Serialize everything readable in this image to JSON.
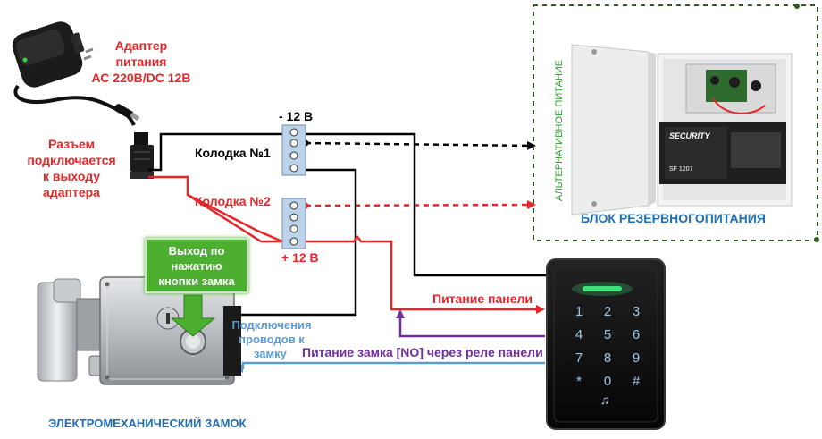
{
  "adapter": {
    "line1": "Адаптер",
    "line2": "питания",
    "line3": "АС 220В/DC 12В"
  },
  "connector": {
    "line1": "Разъем",
    "line2": "подключается",
    "line3": "к выходу",
    "line4": "адаптера"
  },
  "block1": {
    "label": "Колодка №1",
    "polarity": "- 12 В"
  },
  "block2": {
    "label": "Колодка №2",
    "polarity": "+ 12 В"
  },
  "button_note": {
    "line1": "Выход по",
    "line2": "нажатию",
    "line3": "кнопки замка"
  },
  "lock_wires": {
    "line1": "Подключения",
    "line2": "проводов к",
    "line3": "замку"
  },
  "lock_title": "ЭЛЕКТРОМЕХАНИЧЕСКИЙ ЗАМОК",
  "panel_power": "Питание панели",
  "lock_power": "Питание замка [NO] через реле панели",
  "backup": {
    "title": "БЛОК РЕЗЕРВНОГОПИТАНИЯ",
    "alt_label": "АЛЬТЕРНАТИВНОЕ ПИТАНИЕ",
    "battery_brand": "SECURITY",
    "battery_model": "SF 1207"
  },
  "keypad": [
    "1",
    "2",
    "3",
    "4",
    "5",
    "6",
    "7",
    "8",
    "9",
    "*",
    "0",
    "#"
  ],
  "colors": {
    "red": "#e8262a",
    "black": "#000000",
    "green": "#2e7d1f",
    "blue": "#5b9bd5",
    "purple": "#7030a0",
    "title_blue": "#1f6fb5",
    "dashed_red": "#e8262a"
  }
}
